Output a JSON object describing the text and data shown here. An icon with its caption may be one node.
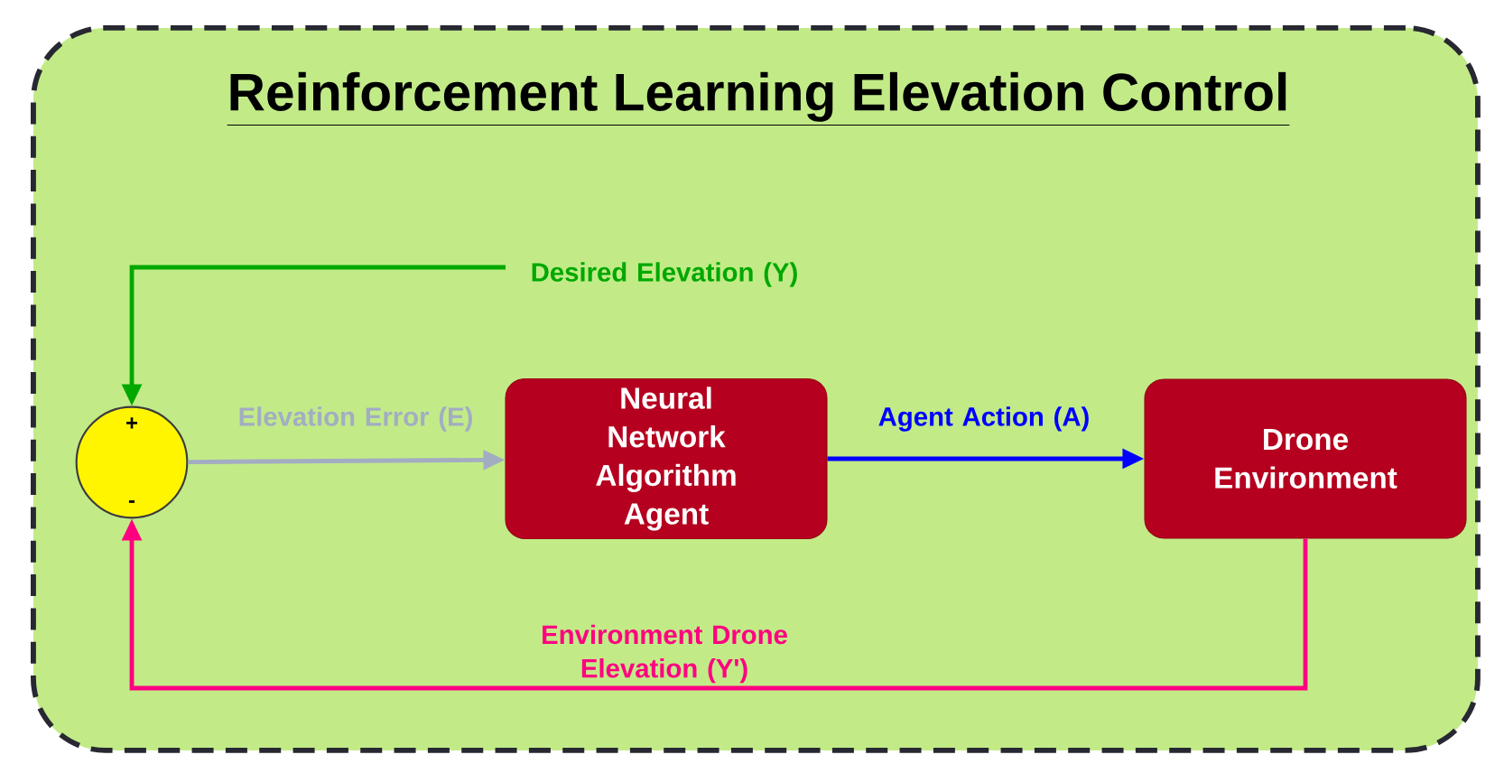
{
  "diagram": {
    "nodes": [
      {
        "text": [
          "Reinforcement Learning Elevation Control"
        ]
      },
      {
        "text": [
          "+",
          "-"
        ],
        "in": 0
      },
      {
        "text": [
          "Neural Network Algorithm Agent"
        ],
        "in": 0
      },
      {
        "text": [
          "Drone Environment"
        ],
        "in": 0
      }
    ],
    "edges": [
      {
        "from": null,
        "to": 1,
        "arrow": "to",
        "label": "Desired Elevation (Y)",
        "color": "#00a800"
      },
      {
        "from": 1,
        "to": 2,
        "arrow": "to",
        "label": "Elevation Error (E)",
        "color": "#a3adc2"
      },
      {
        "from": 2,
        "to": 3,
        "arrow": "to",
        "label": "Agent Action (A)",
        "color": "#0000ff"
      },
      {
        "from": 3,
        "to": 1,
        "arrow": "to",
        "label": "Environment Drone Elevation (Y')",
        "color": "#ff0080"
      }
    ]
  }
}
